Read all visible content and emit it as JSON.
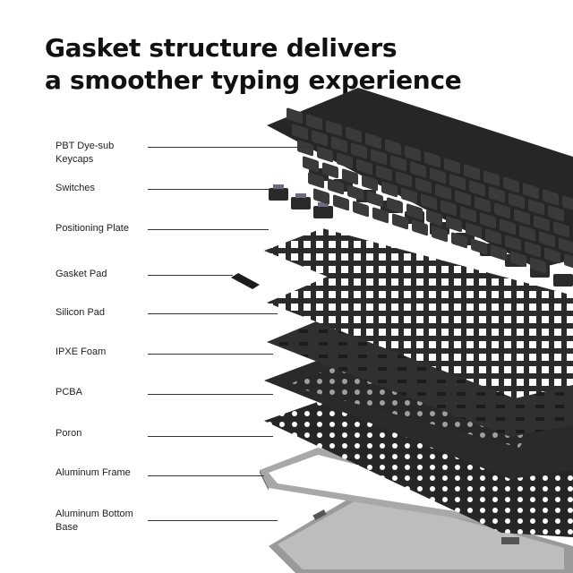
{
  "headline": {
    "line1": "Gasket structure delivers",
    "line2": "a smoother typing experience"
  },
  "layers": [
    {
      "label": "PBT Dye-sub Keycaps",
      "icon": "keycaps-layer"
    },
    {
      "label": "Switches",
      "icon": "switches-layer"
    },
    {
      "label": "Positioning Plate",
      "icon": "plate-layer"
    },
    {
      "label": "Gasket Pad",
      "icon": "gasket-pad-layer"
    },
    {
      "label": "Silicon Pad",
      "icon": "silicon-pad-layer"
    },
    {
      "label": "IPXE Foam",
      "icon": "foam-layer"
    },
    {
      "label": "PCBA",
      "icon": "pcba-layer"
    },
    {
      "label": "Poron",
      "icon": "poron-layer"
    },
    {
      "label": "Aluminum Frame",
      "icon": "frame-layer"
    },
    {
      "label": "Aluminum Bottom Base",
      "icon": "bottom-base-layer"
    }
  ],
  "colors": {
    "keycap": "#3a3a3a",
    "keycap_dark": "#262626",
    "plate": "#2b2b2b",
    "aluminum": "#9a9a9a",
    "aluminum_light": "#c8c8c8",
    "leader": "#333333"
  }
}
